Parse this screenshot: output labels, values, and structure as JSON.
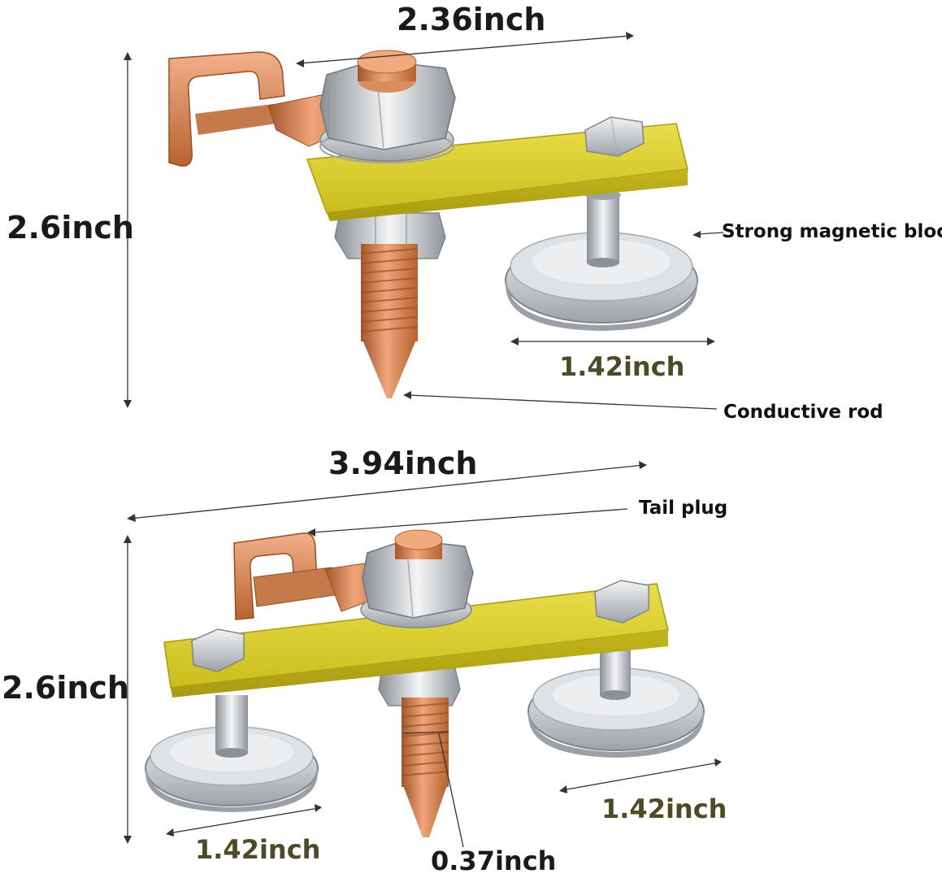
{
  "colors": {
    "copper": "#d9875a",
    "copper_dark": "#a4552b",
    "plate": "#e0d22e",
    "plate_dark": "#a99a12",
    "steel": "#d2d5d8",
    "steel_dark": "#8a8f94",
    "dim_text": "#1a1a1a",
    "dim_text_accent": "#4e4a26",
    "line": "#333333"
  },
  "top_product": {
    "width_label": "2.36inch",
    "height_label": "2.6inch",
    "magnet_label": "1.42inch",
    "callouts": {
      "magnet": "Strong magnetic block",
      "rod": "Conductive rod"
    }
  },
  "bottom_product": {
    "width_label": "3.94inch",
    "height_label": "2.6inch",
    "left_magnet_label": "1.42inch",
    "right_magnet_label": "1.42inch",
    "rod_label": "0.37inch",
    "callouts": {
      "tail": "Tail plug"
    }
  }
}
